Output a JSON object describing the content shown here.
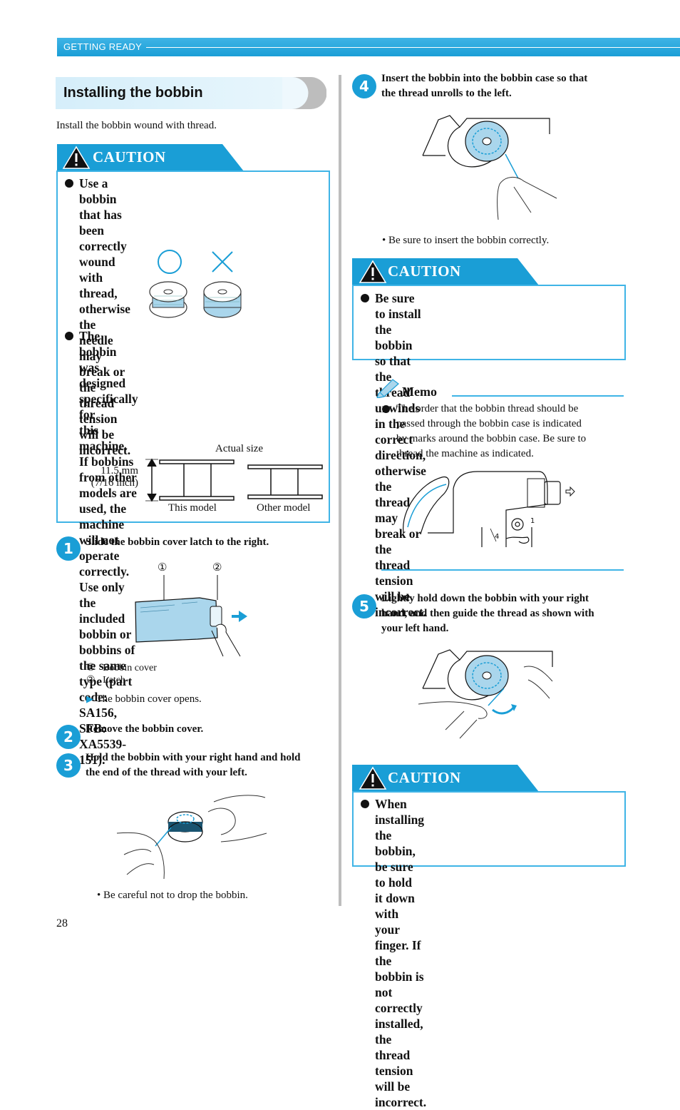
{
  "header": {
    "section": "GETTING READY"
  },
  "title": "Installing the bobbin",
  "intro": "Install the bobbin wound with thread.",
  "caution_label": "CAUTION",
  "caution1": {
    "bullets": [
      [
        "Use a bobbin that has been correctly",
        "wound with thread, otherwise the needle",
        "may break or the thread tension will be",
        "incorrect."
      ],
      [
        "The bobbin was designed specifically for",
        "this machine. If bobbins from other",
        "models are used, the machine will not",
        "operate correctly. Use only the included",
        "bobbin or bobbins of the same type (part",
        "code: SA156, SFB: XA5539-151)."
      ]
    ],
    "size_label": "Actual size",
    "dimension": [
      "11.5 mm",
      "(7/16 inch)"
    ],
    "this_model": "This model",
    "other_model": "Other model"
  },
  "steps": [
    {
      "num": "1",
      "lines": [
        "Slide the bobbin cover latch to the right."
      ]
    },
    {
      "num": "2",
      "lines": [
        "Remove the bobbin cover."
      ]
    },
    {
      "num": "3",
      "lines": [
        "Hold the bobbin with your right hand and hold",
        "the end of the thread with your left."
      ]
    },
    {
      "num": "4",
      "lines": [
        "Insert the bobbin into the bobbin case so that",
        "the thread unrolls to the left."
      ]
    },
    {
      "num": "5",
      "lines": [
        "Lightly hold down the bobbin with your right",
        "hand, and then guide the thread as shown with",
        "your left hand."
      ]
    }
  ],
  "step1": {
    "callout1": "①",
    "callout2": "②",
    "legend": [
      {
        "mark": "①",
        "text": "Bobbin cover"
      },
      {
        "mark": "②",
        "text": "Latch"
      }
    ],
    "result": "The bobbin cover opens."
  },
  "step3_note": "• Be careful not to drop the bobbin.",
  "step4_note": "• Be sure to insert the bobbin correctly.",
  "caution2": {
    "lines": [
      "Be sure to install the bobbin so that the",
      "thread unwinds in the correct direction,",
      "otherwise the thread may break or the",
      "thread tension will be incorrect."
    ]
  },
  "memo": {
    "label": "Memo",
    "lines": [
      "The order that the bobbin thread should be",
      "passed through the bobbin case is indicated",
      "by marks around the bobbin case. Be sure to",
      "thread the machine as indicated."
    ],
    "mark1": "1",
    "mark4": "4"
  },
  "caution3": {
    "lines": [
      "When installing the bobbin, be sure to hold",
      "it down with your finger. If the bobbin is",
      "not correctly installed, the thread tension",
      "will be incorrect."
    ]
  },
  "page_number": "28",
  "colors": {
    "accent": "#1a9ed6",
    "light": "#d5eefa"
  }
}
